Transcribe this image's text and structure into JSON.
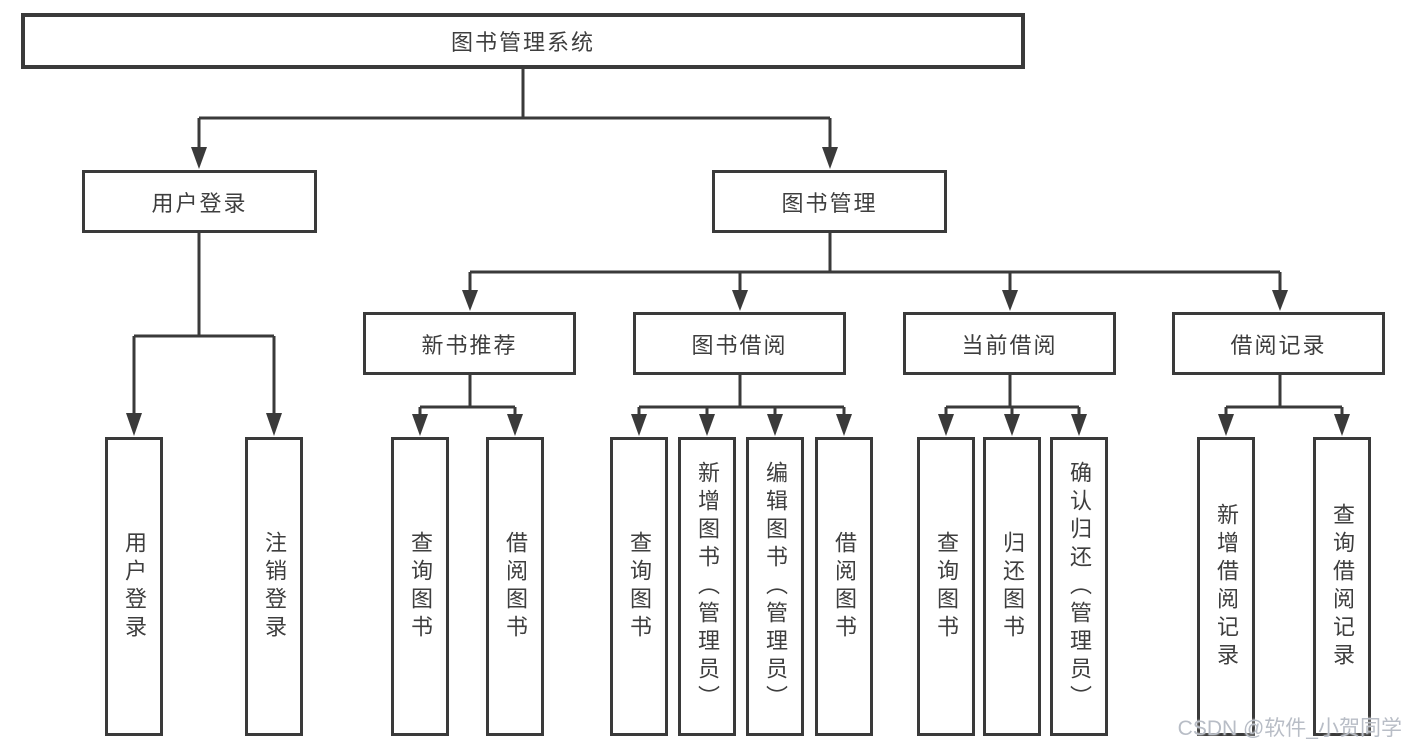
{
  "diagram": {
    "type": "tree",
    "nodes": {
      "root": "图书管理系统",
      "user_login": "用户登录",
      "book_mgmt": "图书管理",
      "new_book_rec": "新书推荐",
      "book_borrow": "图书借阅",
      "current_borrow": "当前借阅",
      "borrow_records": "借阅记录",
      "leaf_user_login": "用户登录",
      "leaf_logout": "注销登录",
      "leaf_query_books_rec": "查询图书",
      "leaf_borrow_books_rec": "借阅图书",
      "leaf_query_books_borrow": "查询图书",
      "leaf_add_books_admin": "新增图书（管理员）",
      "leaf_edit_books_admin": "编辑图书（管理员）",
      "leaf_borrow_books_borrow": "借阅图书",
      "leaf_query_books_current": "查询图书",
      "leaf_return_books": "归还图书",
      "leaf_confirm_return_admin": "确认归还（管理员）",
      "leaf_add_borrow_record": "新增借阅记录",
      "leaf_query_borrow_record": "查询借阅记录"
    },
    "edges": [
      [
        "root",
        "user_login"
      ],
      [
        "root",
        "book_mgmt"
      ],
      [
        "user_login",
        "leaf_user_login"
      ],
      [
        "user_login",
        "leaf_logout"
      ],
      [
        "book_mgmt",
        "new_book_rec"
      ],
      [
        "book_mgmt",
        "book_borrow"
      ],
      [
        "book_mgmt",
        "current_borrow"
      ],
      [
        "book_mgmt",
        "borrow_records"
      ],
      [
        "new_book_rec",
        "leaf_query_books_rec"
      ],
      [
        "new_book_rec",
        "leaf_borrow_books_rec"
      ],
      [
        "book_borrow",
        "leaf_query_books_borrow"
      ],
      [
        "book_borrow",
        "leaf_add_books_admin"
      ],
      [
        "book_borrow",
        "leaf_edit_books_admin"
      ],
      [
        "book_borrow",
        "leaf_borrow_books_borrow"
      ],
      [
        "current_borrow",
        "leaf_query_books_current"
      ],
      [
        "current_borrow",
        "leaf_return_books"
      ],
      [
        "current_borrow",
        "leaf_confirm_return_admin"
      ],
      [
        "borrow_records",
        "leaf_add_borrow_record"
      ],
      [
        "borrow_records",
        "leaf_query_borrow_record"
      ]
    ],
    "colors": {
      "line": "#3a3a3a",
      "box_border": "#3a3a3a",
      "box_fill": "#ffffff",
      "text": "#3e3e3e",
      "watermark": "#b8bdc6"
    }
  },
  "watermark": "CSDN @软件_小贺同学"
}
